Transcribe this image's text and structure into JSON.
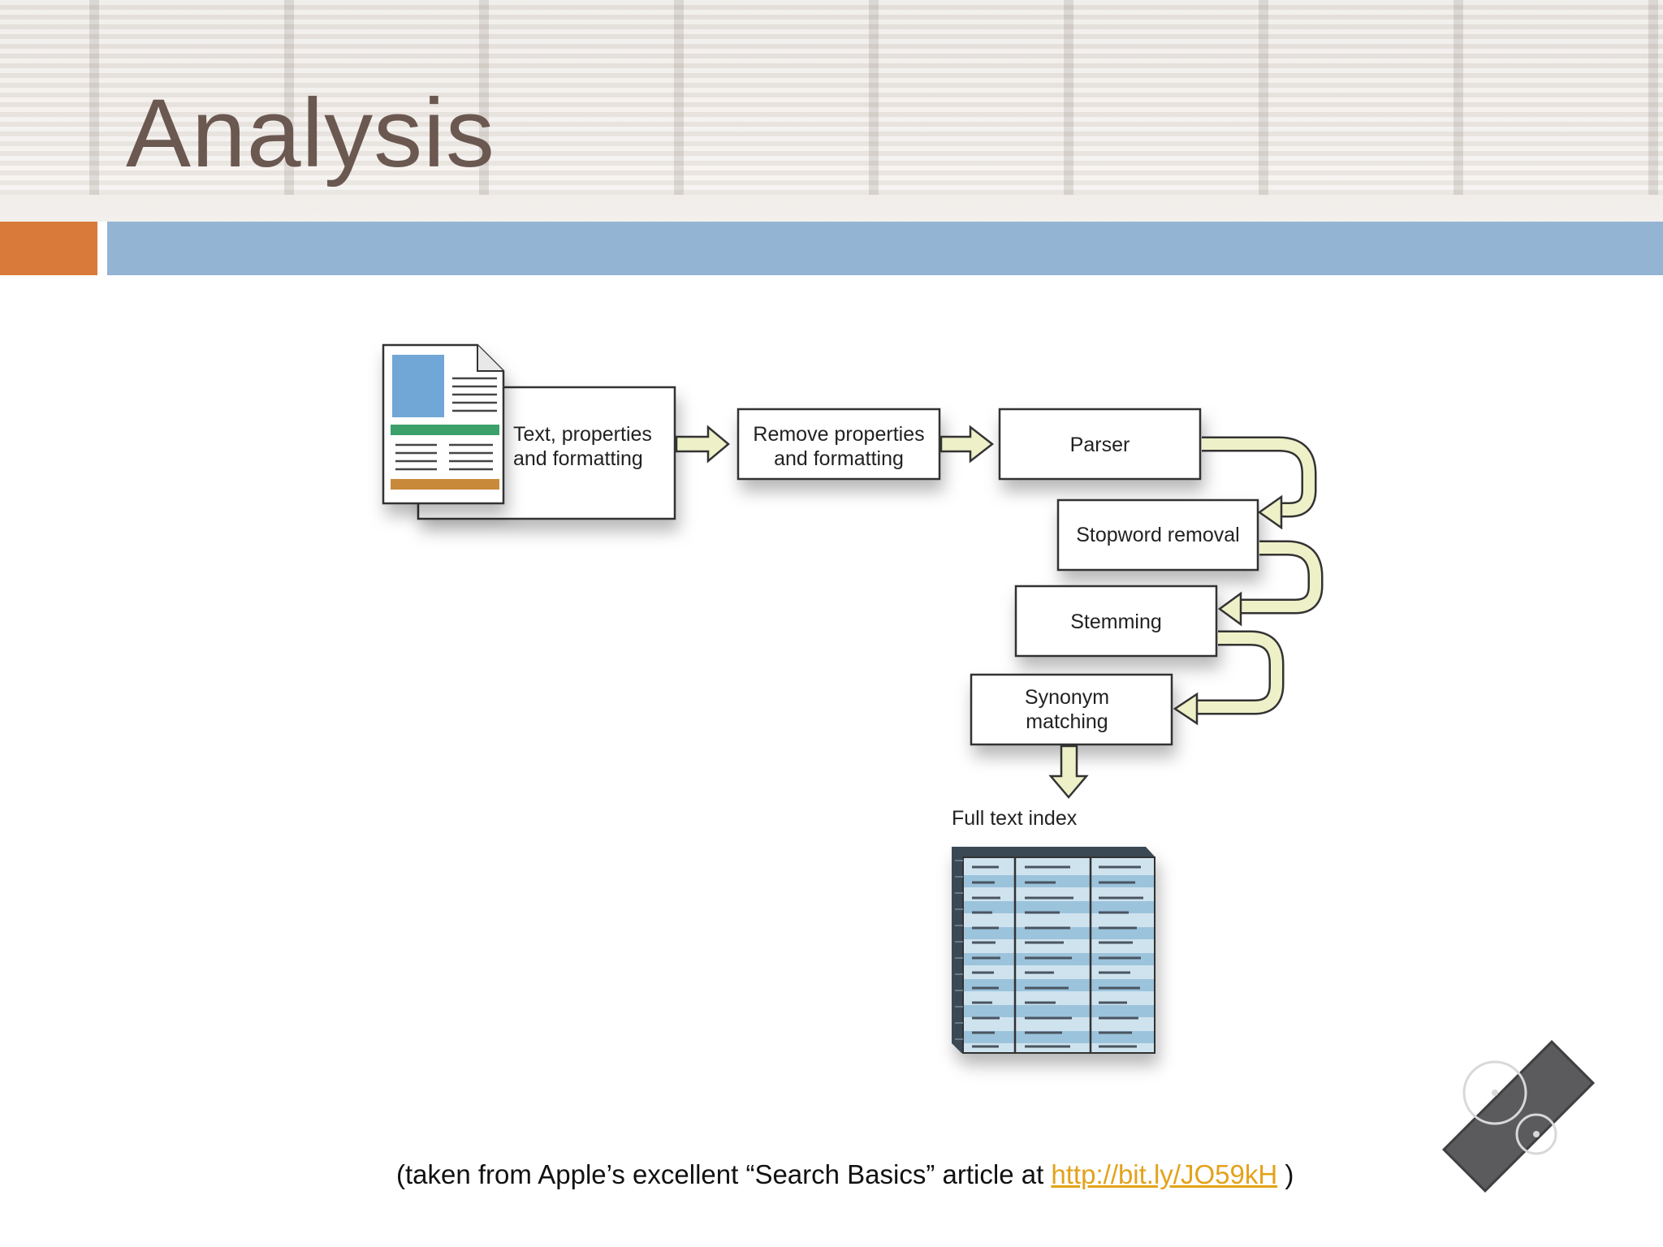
{
  "slide": {
    "title": "Analysis"
  },
  "diagram": {
    "source_label": "Text, properties and formatting",
    "steps": {
      "remove": "Remove properties and formatting",
      "parser": "Parser",
      "stopword": "Stopword removal",
      "stemming": "Stemming",
      "synonym": "Synonym matching"
    },
    "output_label": "Full text index"
  },
  "footer": {
    "prefix": "(taken from Apple’s excellent “Search Basics” article at ",
    "link": "http://bit.ly/JO59kH",
    "suffix": " )"
  },
  "colors": {
    "title": "#6b5850",
    "accent_orange": "#d97a3b",
    "accent_blue": "#93b4d2",
    "link": "#e3a21a",
    "arrow_fill": "#eef0c8"
  }
}
